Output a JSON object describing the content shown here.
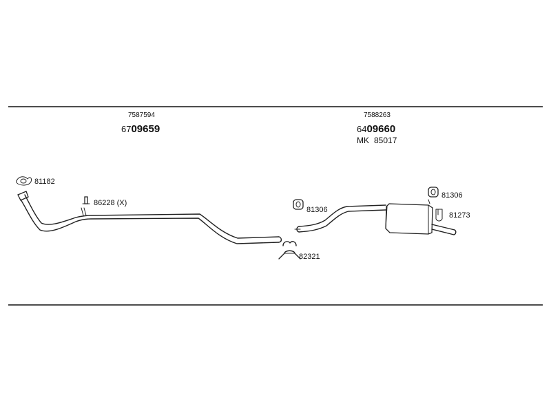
{
  "front_section": {
    "ref_number": "7587594",
    "part_prefix": "67",
    "part_main": "09659"
  },
  "rear_section": {
    "ref_number": "7588263",
    "part_prefix": "64",
    "part_main": "09660",
    "kit_label": "MK",
    "kit_number": "85017"
  },
  "parts": {
    "gasket": "81182",
    "front_bracket": "86228 (X)",
    "clamp": "82321",
    "hanger_left": "81306",
    "hanger_right": "81306",
    "rear_rubber": "81273"
  }
}
